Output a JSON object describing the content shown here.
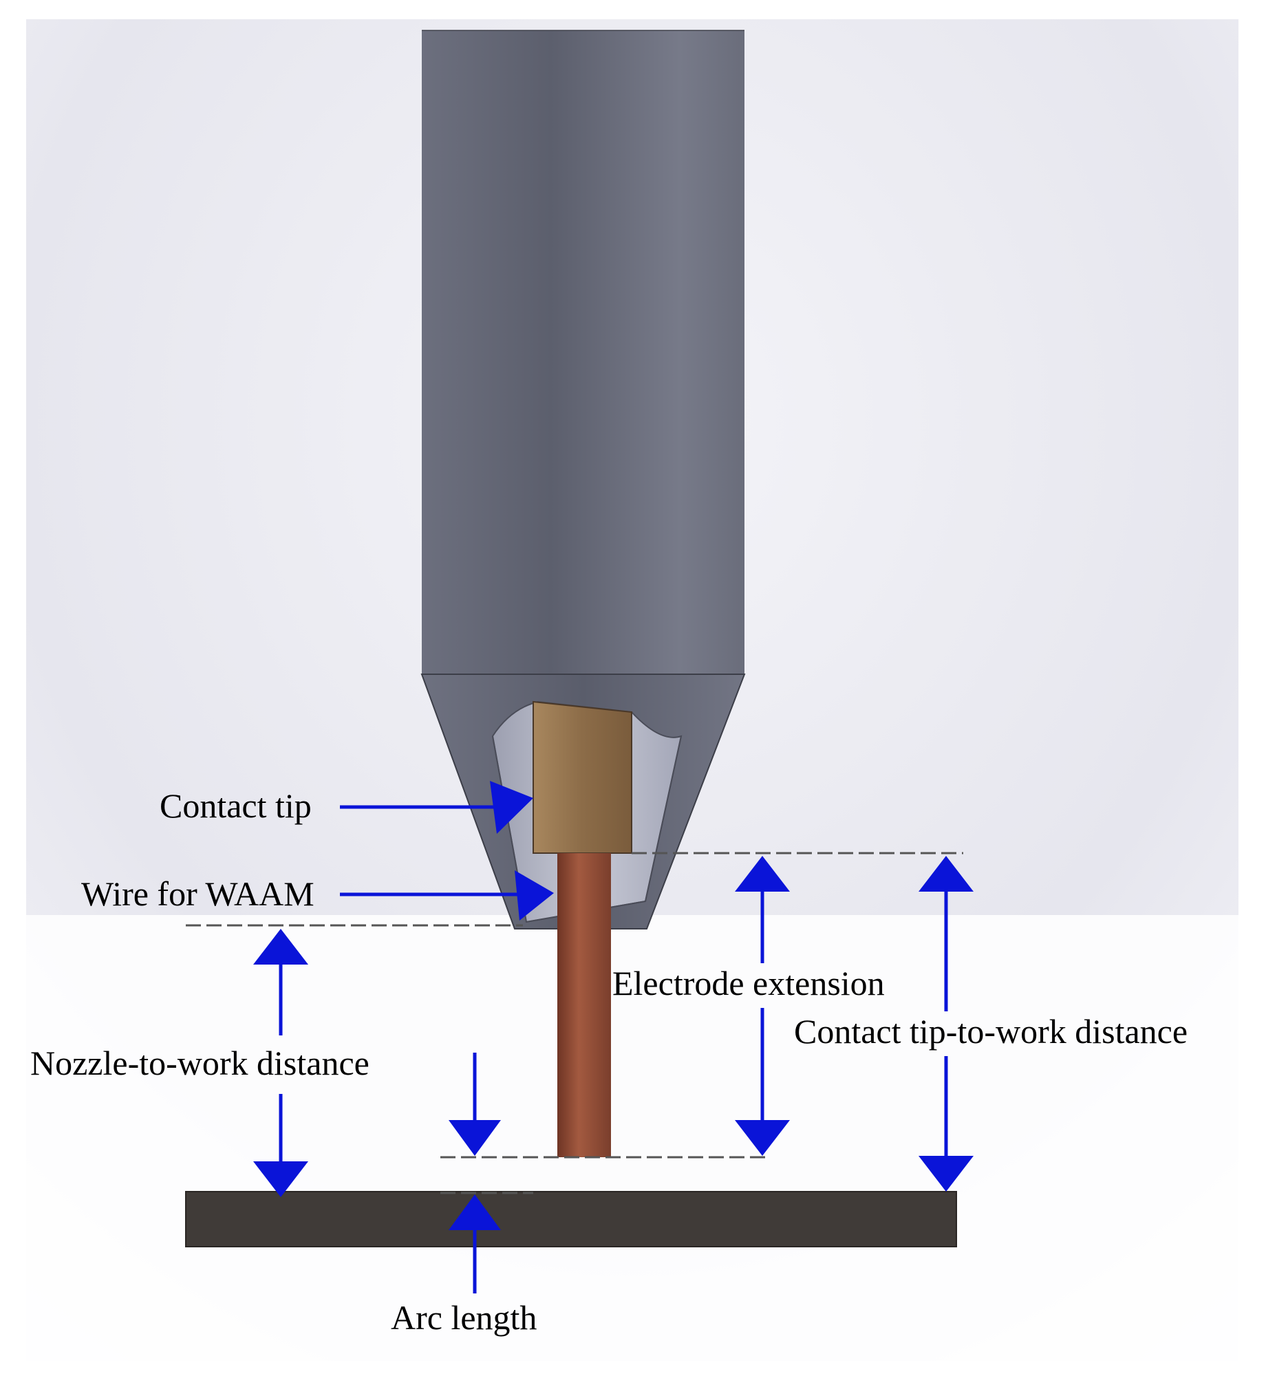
{
  "labels": {
    "contact_tip": "Contact tip",
    "wire": "Wire for WAAM",
    "nozzle_to_work": "Nozzle-to-work distance",
    "electrode_extension": "Electrode extension",
    "contact_tip_to_work": "Contact tip-to-work distance",
    "arc_length": "Arc length"
  },
  "colors": {
    "arrow": "#0a14d8",
    "nozzle_body": "#6b6e7c",
    "contact_tip": "#8c6c48",
    "wire": "#8a4a36",
    "workpiece": "#403b38",
    "dashed_line": "#555555"
  }
}
